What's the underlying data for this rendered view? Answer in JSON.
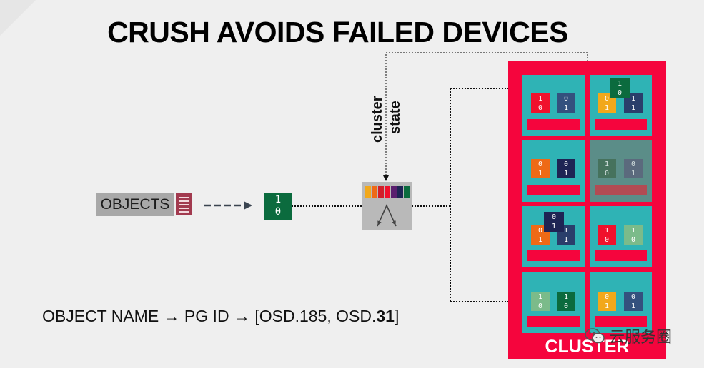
{
  "title": "CRUSH AVOIDS FAILED DEVICES",
  "objects_label": "OBJECTS",
  "pg_bits": [
    "1",
    "0"
  ],
  "cluster_state_label": [
    "cluster",
    "state"
  ],
  "cluster_label": "CLUSTER",
  "equation": {
    "prefix": "OBJECT NAME → PG ID → [OSD.185, OSD.",
    "bold": "31",
    "suffix": "]"
  },
  "watermark": "云服务圈",
  "colors": {
    "red": "#f5053d",
    "teal": "#2fb3b5",
    "failed": "#5b8d88",
    "green": "#0b6b3e",
    "navy": "#2a3e6b",
    "orange": "#ee6a16",
    "yellow": "#f2a81b",
    "light_green": "#7bbb8a"
  },
  "osd_blocks": [
    {
      "bits": [
        "1",
        "0"
      ],
      "color": "#f0112c"
    },
    {
      "bits": [
        "0",
        "1"
      ],
      "color": "#34517e"
    },
    {
      "bits": [
        "0",
        "1"
      ],
      "color": "#f2a81b"
    },
    {
      "bits": [
        "1",
        "1"
      ],
      "color": "#2a3e6b"
    },
    {
      "bits": [
        "1",
        "0"
      ],
      "color": "#0b6b3e"
    },
    {
      "bits": [
        "0",
        "1"
      ],
      "color": "#ee6a16"
    },
    {
      "bits": [
        "0",
        "1"
      ],
      "color": "#1e2454"
    },
    {
      "bits": [
        "1",
        "0"
      ],
      "color": "#3f6a4f"
    },
    {
      "bits": [
        "0",
        "1"
      ],
      "color": "#5b5f7a"
    },
    {
      "bits": [
        "0",
        "1"
      ],
      "color": "#ee6a16"
    },
    {
      "bits": [
        "1",
        "1"
      ],
      "color": "#2a3e6b"
    },
    {
      "bits": [
        "0",
        "1"
      ],
      "color": "#1e2454"
    },
    {
      "bits": [
        "1",
        "0"
      ],
      "color": "#f0112c"
    },
    {
      "bits": [
        "1",
        "0"
      ],
      "color": "#7bbb8a"
    },
    {
      "bits": [
        "1",
        "0"
      ],
      "color": "#7bbb8a"
    },
    {
      "bits": [
        "1",
        "0"
      ],
      "color": "#0b6b3e"
    },
    {
      "bits": [
        "0",
        "1"
      ],
      "color": "#f2a81b"
    },
    {
      "bits": [
        "0",
        "1"
      ],
      "color": "#34517e"
    }
  ]
}
